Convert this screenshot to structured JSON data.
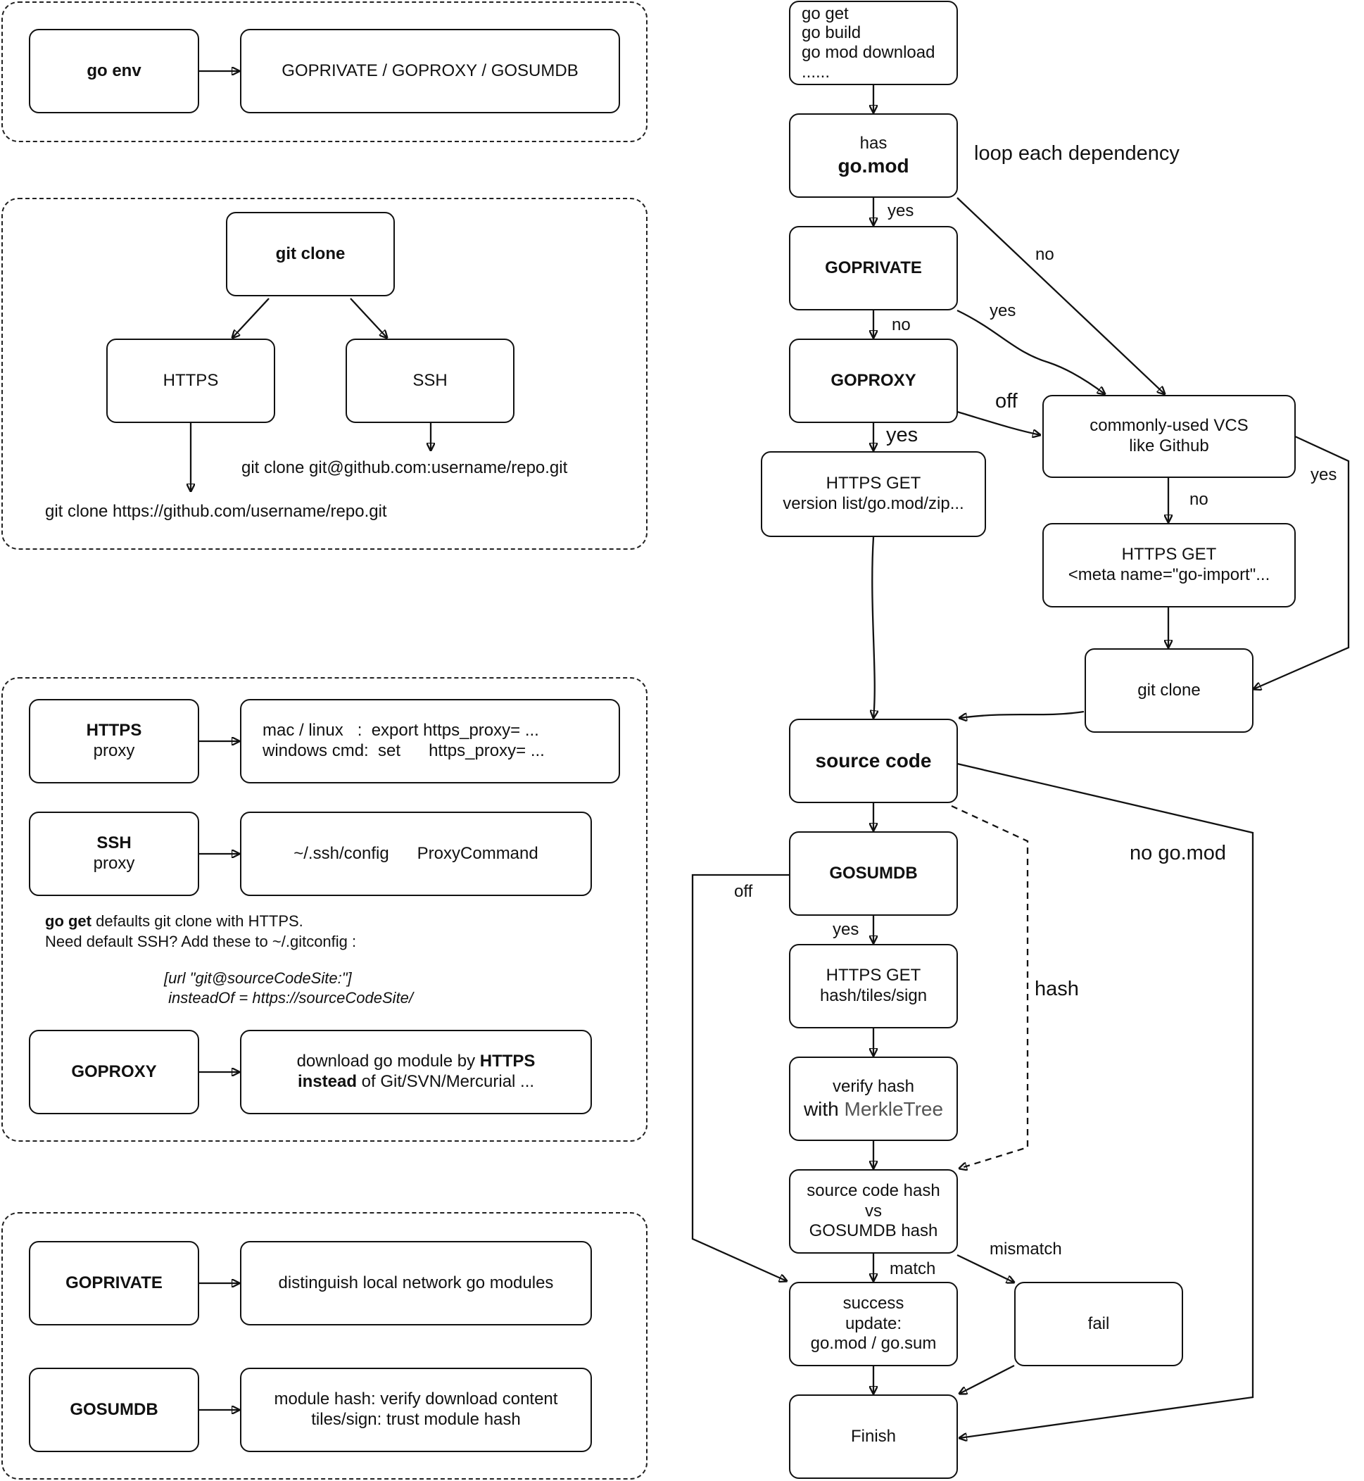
{
  "left": {
    "env": {
      "cmd": "go env",
      "vars": "GOPRIVATE / GOPROXY / GOSUMDB"
    },
    "git": {
      "title": "git clone",
      "https": "HTTPS",
      "ssh": "SSH",
      "ssh_example": "git clone git@github.com:username/repo.git",
      "https_example": "git clone https://github.com/username/repo.git"
    },
    "proxy": {
      "https_title": "HTTPS",
      "https_sub": "proxy",
      "https_line1": "mac / linux   :  export https_proxy= ...",
      "https_line2": "windows cmd:  set      https_proxy= ...",
      "ssh_title": "SSH",
      "ssh_sub": "proxy",
      "ssh_desc": "~/.ssh/config      ProxyCommand",
      "note_bold": "go get",
      "note_rest": " defaults git clone with HTTPS.",
      "note_line2": "Need default SSH? Add these to ~/.gitconfig :",
      "cfg_line1": "[url \"git@sourceCodeSite:\"]",
      "cfg_line2": " insteadOf = https://sourceCodeSite/",
      "goproxy": "GOPROXY",
      "goproxy_desc_a": "download go module by ",
      "goproxy_desc_b": "HTTPS",
      "goproxy_desc_c": "instead",
      "goproxy_desc_d": " of Git/SVN/Mercurial ..."
    },
    "private": {
      "goprivate": "GOPRIVATE",
      "goprivate_desc": "distinguish local network go modules",
      "gosumdb": "GOSUMDB",
      "gosumdb_line1": "module hash: verify download content",
      "gosumdb_line2": "tiles/sign: trust module hash"
    }
  },
  "flow": {
    "start_lines": [
      "go get",
      "go build",
      "go mod download",
      "......"
    ],
    "has": "has",
    "gomod": "go.mod",
    "loop": "loop each dependency",
    "goprivate": "GOPRIVATE",
    "goproxy": "GOPROXY",
    "proxy_get_1": "HTTPS GET",
    "proxy_get_2": "version list/go.mod/zip...",
    "vcs_1": "commonly-used VCS",
    "vcs_2": "like Github",
    "meta_1": "HTTPS GET",
    "meta_2": "<meta name=\"go-import\"...",
    "git_clone": "git clone",
    "source": "source code",
    "gosumdb": "GOSUMDB",
    "sum_get_1": "HTTPS GET",
    "sum_get_2": "hash/tiles/sign",
    "verify_1": "verify hash",
    "verify_with": "with ",
    "verify_merkle": "MerkleTree",
    "cmp_1": "source code hash",
    "cmp_2": "vs",
    "cmp_3": "GOSUMDB hash",
    "success_1": "success",
    "success_2": "update:",
    "success_3": "go.mod / go.sum",
    "fail": "fail",
    "finish": "Finish",
    "labels": {
      "yes1": "yes",
      "no1": "no",
      "yes2": "yes",
      "no2": "no",
      "off1": "off",
      "yes3": "yes",
      "no3": "no",
      "yes4": "yes",
      "nogomod": "no go.mod",
      "off2": "off",
      "yes5": "yes",
      "hash": "hash",
      "match": "match",
      "mismatch": "mismatch"
    }
  }
}
